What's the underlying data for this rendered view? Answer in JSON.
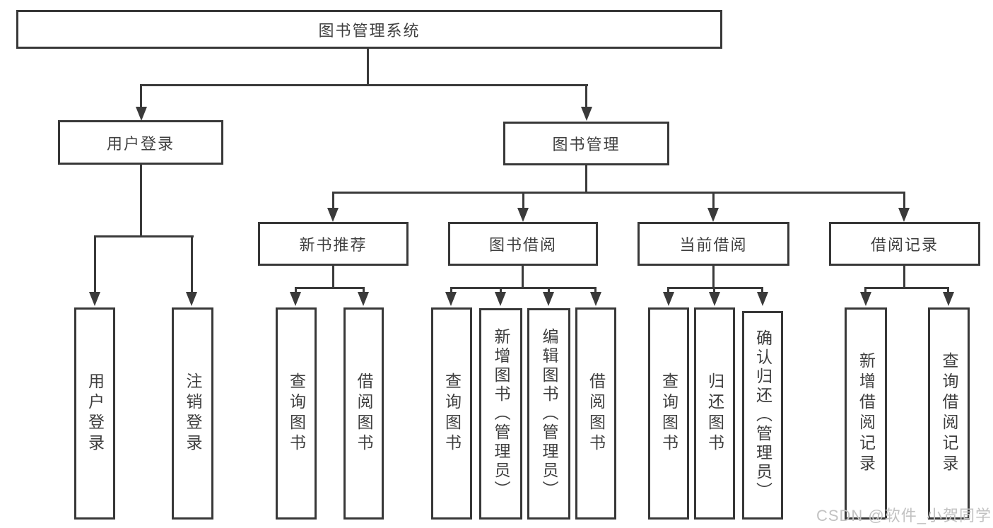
{
  "tree": {
    "root": {
      "label": "图书管理系统"
    },
    "branches": [
      {
        "label": "用户登录",
        "children": [
          {
            "label": "用户登录"
          },
          {
            "label": "注销登录"
          }
        ]
      },
      {
        "label": "图书管理",
        "children": [
          {
            "label": "新书推荐",
            "children": [
              {
                "label": "查询图书"
              },
              {
                "label": "借阅图书"
              }
            ]
          },
          {
            "label": "图书借阅",
            "children": [
              {
                "label": "查询图书"
              },
              {
                "label": "新增图书（管理员）"
              },
              {
                "label": "编辑图书（管理员）"
              },
              {
                "label": "借阅图书"
              }
            ]
          },
          {
            "label": "当前借阅",
            "children": [
              {
                "label": "查询图书"
              },
              {
                "label": "归还图书"
              },
              {
                "label": "确认归还（管理员）"
              }
            ]
          },
          {
            "label": "借阅记录",
            "children": [
              {
                "label": "新增借阅记录"
              },
              {
                "label": "查询借阅记录"
              }
            ]
          }
        ]
      }
    ]
  },
  "watermark": {
    "text": "CSDN @软件_小贺同学"
  },
  "colors": {
    "line": "#3a3a3a",
    "box_border": "#383838",
    "text": "#3f3f3f",
    "background": "#ffffff",
    "watermark_text": "#c2c2c2"
  }
}
